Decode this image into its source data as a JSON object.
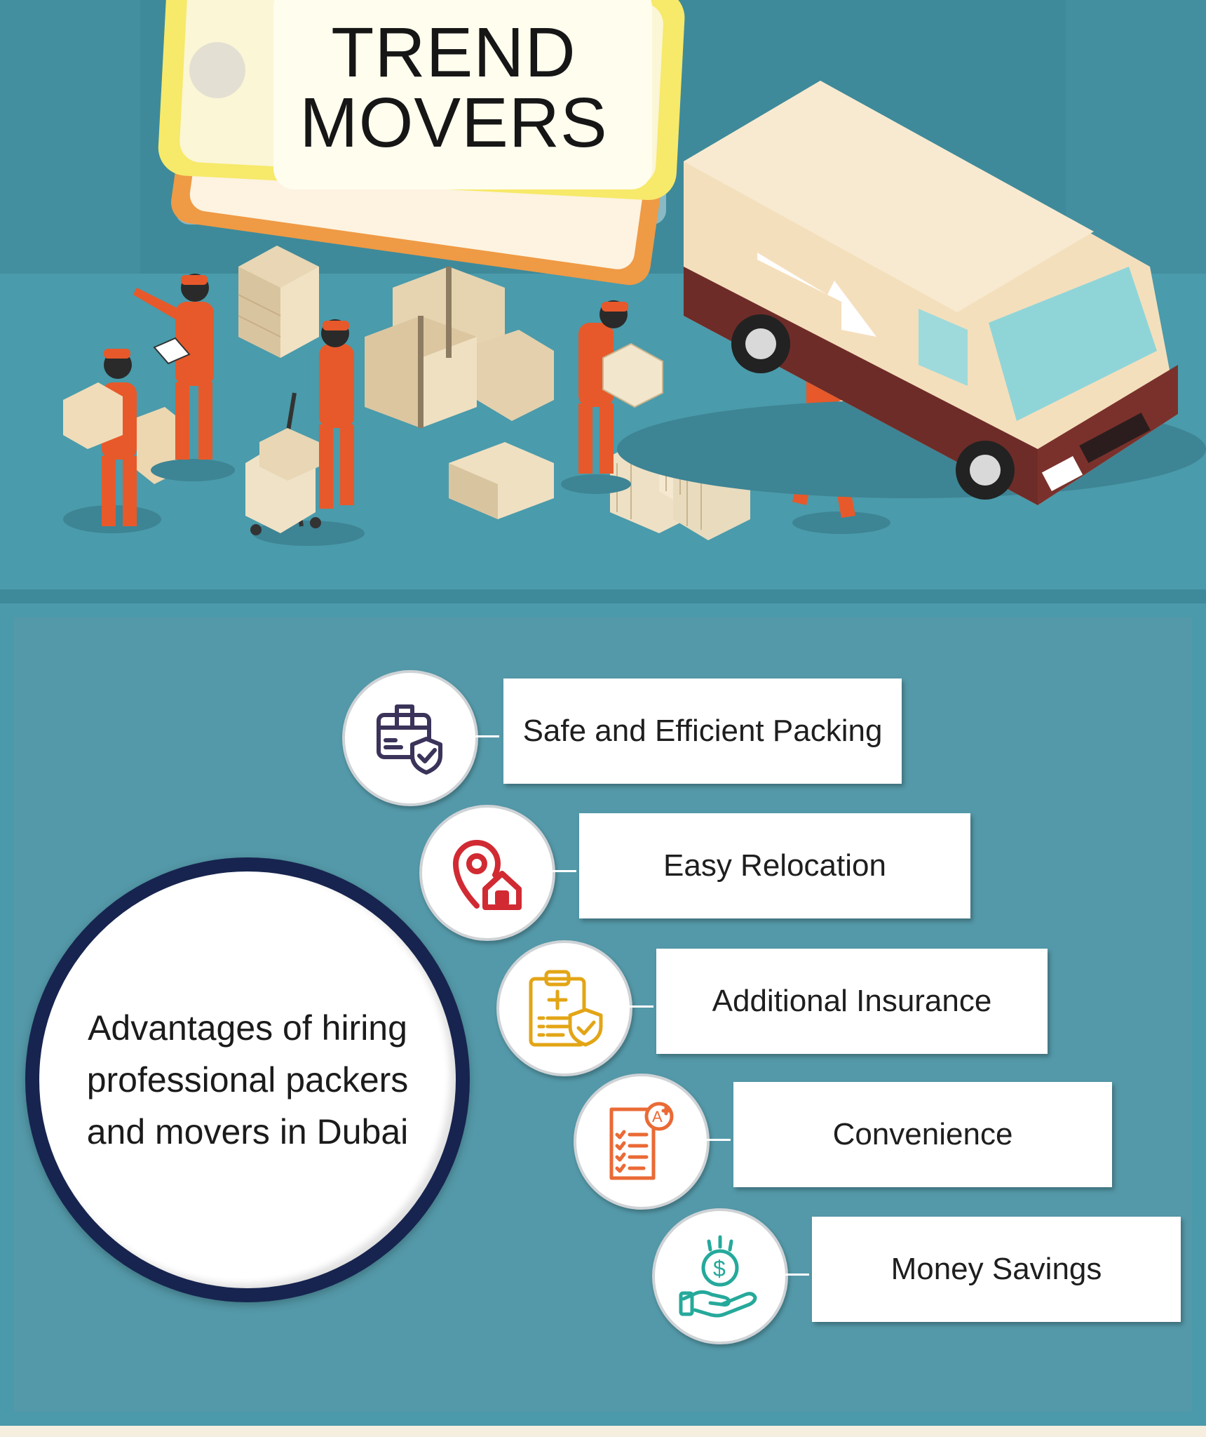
{
  "brand": {
    "line1": "TREND",
    "line2": "MOVERS"
  },
  "advantages": {
    "heading": "Advantages of hiring professional packers and movers in Dubai",
    "items": [
      {
        "label": "Safe and Efficient Packing",
        "icon": "package-shield-icon",
        "color": "#3b3359"
      },
      {
        "label": "Easy Relocation",
        "icon": "location-home-icon",
        "color": "#d12a33"
      },
      {
        "label": "Additional Insurance",
        "icon": "clipboard-shield-icon",
        "color": "#e3a516"
      },
      {
        "label": "Convenience",
        "icon": "checklist-grade-icon",
        "color": "#ea6a35"
      },
      {
        "label": "Money Savings",
        "icon": "hand-coin-icon",
        "color": "#25a99b"
      }
    ]
  },
  "colors": {
    "background": "#4a9aab",
    "panel": "#5499a9",
    "worker_uniform": "#e7592a",
    "van_body": "#f4dfbd",
    "sign_yellow": "#f7e96a",
    "circle_border": "#17244f"
  }
}
